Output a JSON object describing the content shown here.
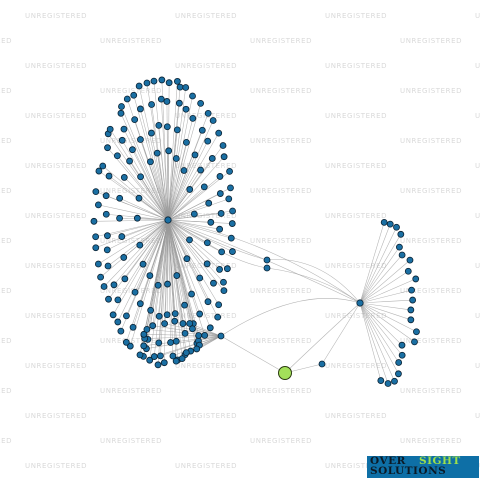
{
  "watermark": {
    "text": "UNREGISTERED"
  },
  "logo": {
    "word1": "OVER",
    "word2": "SIGHT",
    "word3": "SOLUTIONS"
  },
  "colors": {
    "node_fill": "#1a6fa3",
    "node_stroke": "#0b2233",
    "focus_fill": "#a3e05a",
    "edge": "#9a9a9a",
    "watermark": "#d9d9d9",
    "logo_bg": "#0e6fa6",
    "logo_accent": "#9ee14b"
  },
  "network": {
    "hubs": 2,
    "focus_entity_count": 1,
    "left_cluster_nodes": 170,
    "right_cluster_nodes": 22
  }
}
